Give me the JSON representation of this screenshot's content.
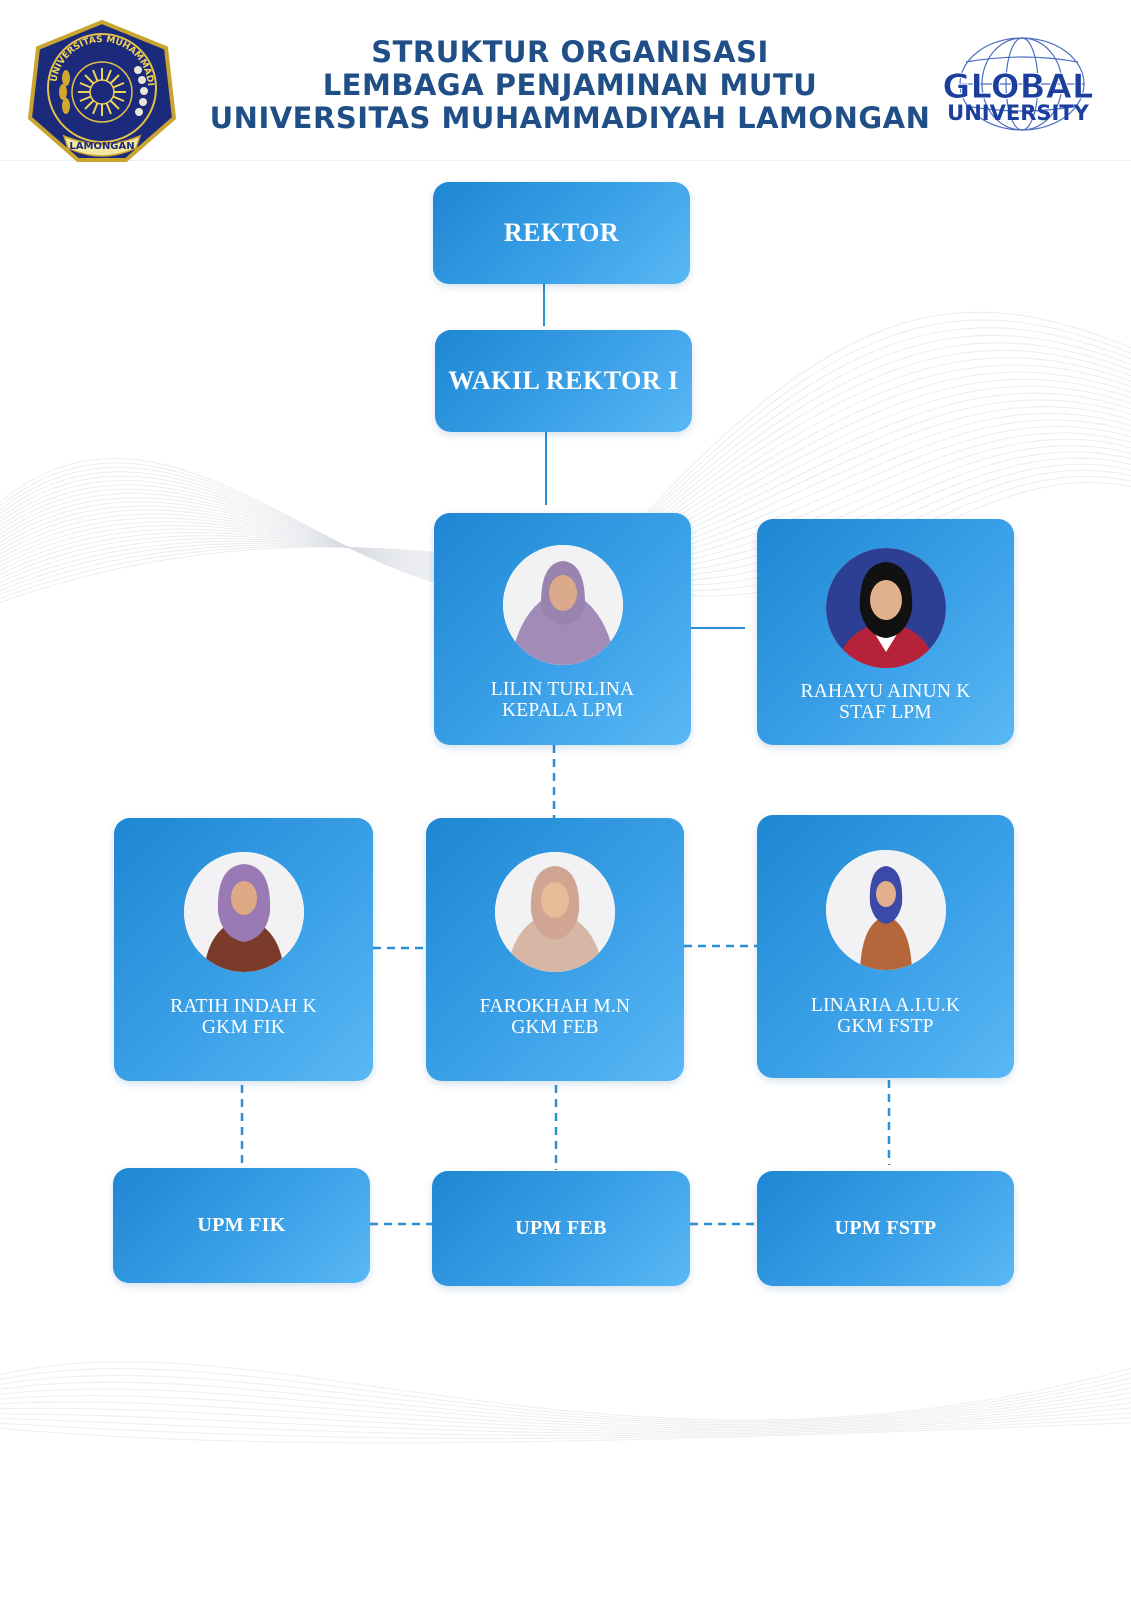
{
  "header": {
    "title_line_1": "STRUKTUR ORGANISASI",
    "title_line_2": "LEMBAGA PENJAMINAN MUTU",
    "title_line_3": "UNIVERSITAS MUHAMMADIYAH LAMONGAN",
    "left_logo": {
      "icon": "university-seal",
      "ring_text": "UNIVERSITAS MUHAMMADIYAH",
      "banner_text": "LAMONGAN"
    },
    "right_logo": {
      "icon": "globe-logo",
      "line_1": "GLOBAL",
      "line_2": "UNIVERSITY"
    }
  },
  "org": {
    "rektor": {
      "label": "REKTOR"
    },
    "wakil_rektor": {
      "label": "WAKIL REKTOR I"
    },
    "kepala": {
      "name": "LILIN TURLINA",
      "role": "KEPALA LPM",
      "photo": "person-portrait-icon"
    },
    "staf": {
      "name": "RAHAYU AINUN K",
      "role": "STAF LPM",
      "photo": "person-portrait-icon"
    },
    "gkm": [
      {
        "name": "RATIH INDAH K",
        "role": "GKM FIK",
        "photo": "person-portrait-icon"
      },
      {
        "name": "FAROKHAH M.N",
        "role": "GKM FEB",
        "photo": "person-portrait-icon"
      },
      {
        "name": "LINARIA A.I.U.K",
        "role": "GKM FSTP",
        "photo": "person-portrait-icon"
      }
    ],
    "upm": [
      {
        "label": "UPM FIK"
      },
      {
        "label": "UPM FEB"
      },
      {
        "label": "UPM FSTP"
      }
    ]
  },
  "colors": {
    "title": "#1f4f86",
    "box_start": "#1e86d3",
    "box_end": "#5ab8f5",
    "connector_solid": "#2b8fd6",
    "connector_dashed": "#2b8fd6"
  }
}
